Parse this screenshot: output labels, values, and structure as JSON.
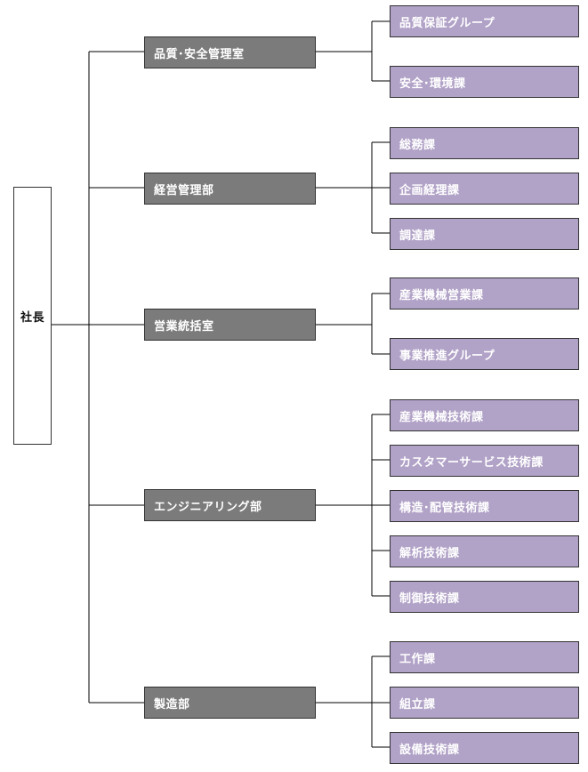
{
  "root": {
    "label": "社長"
  },
  "departments": [
    {
      "label": "品質･安全管理室",
      "sections": [
        "品質保証グループ",
        "安全･環境課"
      ]
    },
    {
      "label": "経営管理部",
      "sections": [
        "総務課",
        "企画経理課",
        "調達課"
      ]
    },
    {
      "label": "営業統括室",
      "sections": [
        "産業機械営業課",
        "事業推進グループ"
      ]
    },
    {
      "label": "エンジニアリング部",
      "sections": [
        "産業機械技術課",
        "カスタマーサービス技術課",
        "構造･配管技術課",
        "解析技術課",
        "制御技術課"
      ]
    },
    {
      "label": "製造部",
      "sections": [
        "工作課",
        "組立課",
        "設備技術課"
      ]
    }
  ],
  "colors": {
    "department_fill": "#7b7b7b",
    "section_fill": "#b1a2c7",
    "line": "#000000"
  }
}
